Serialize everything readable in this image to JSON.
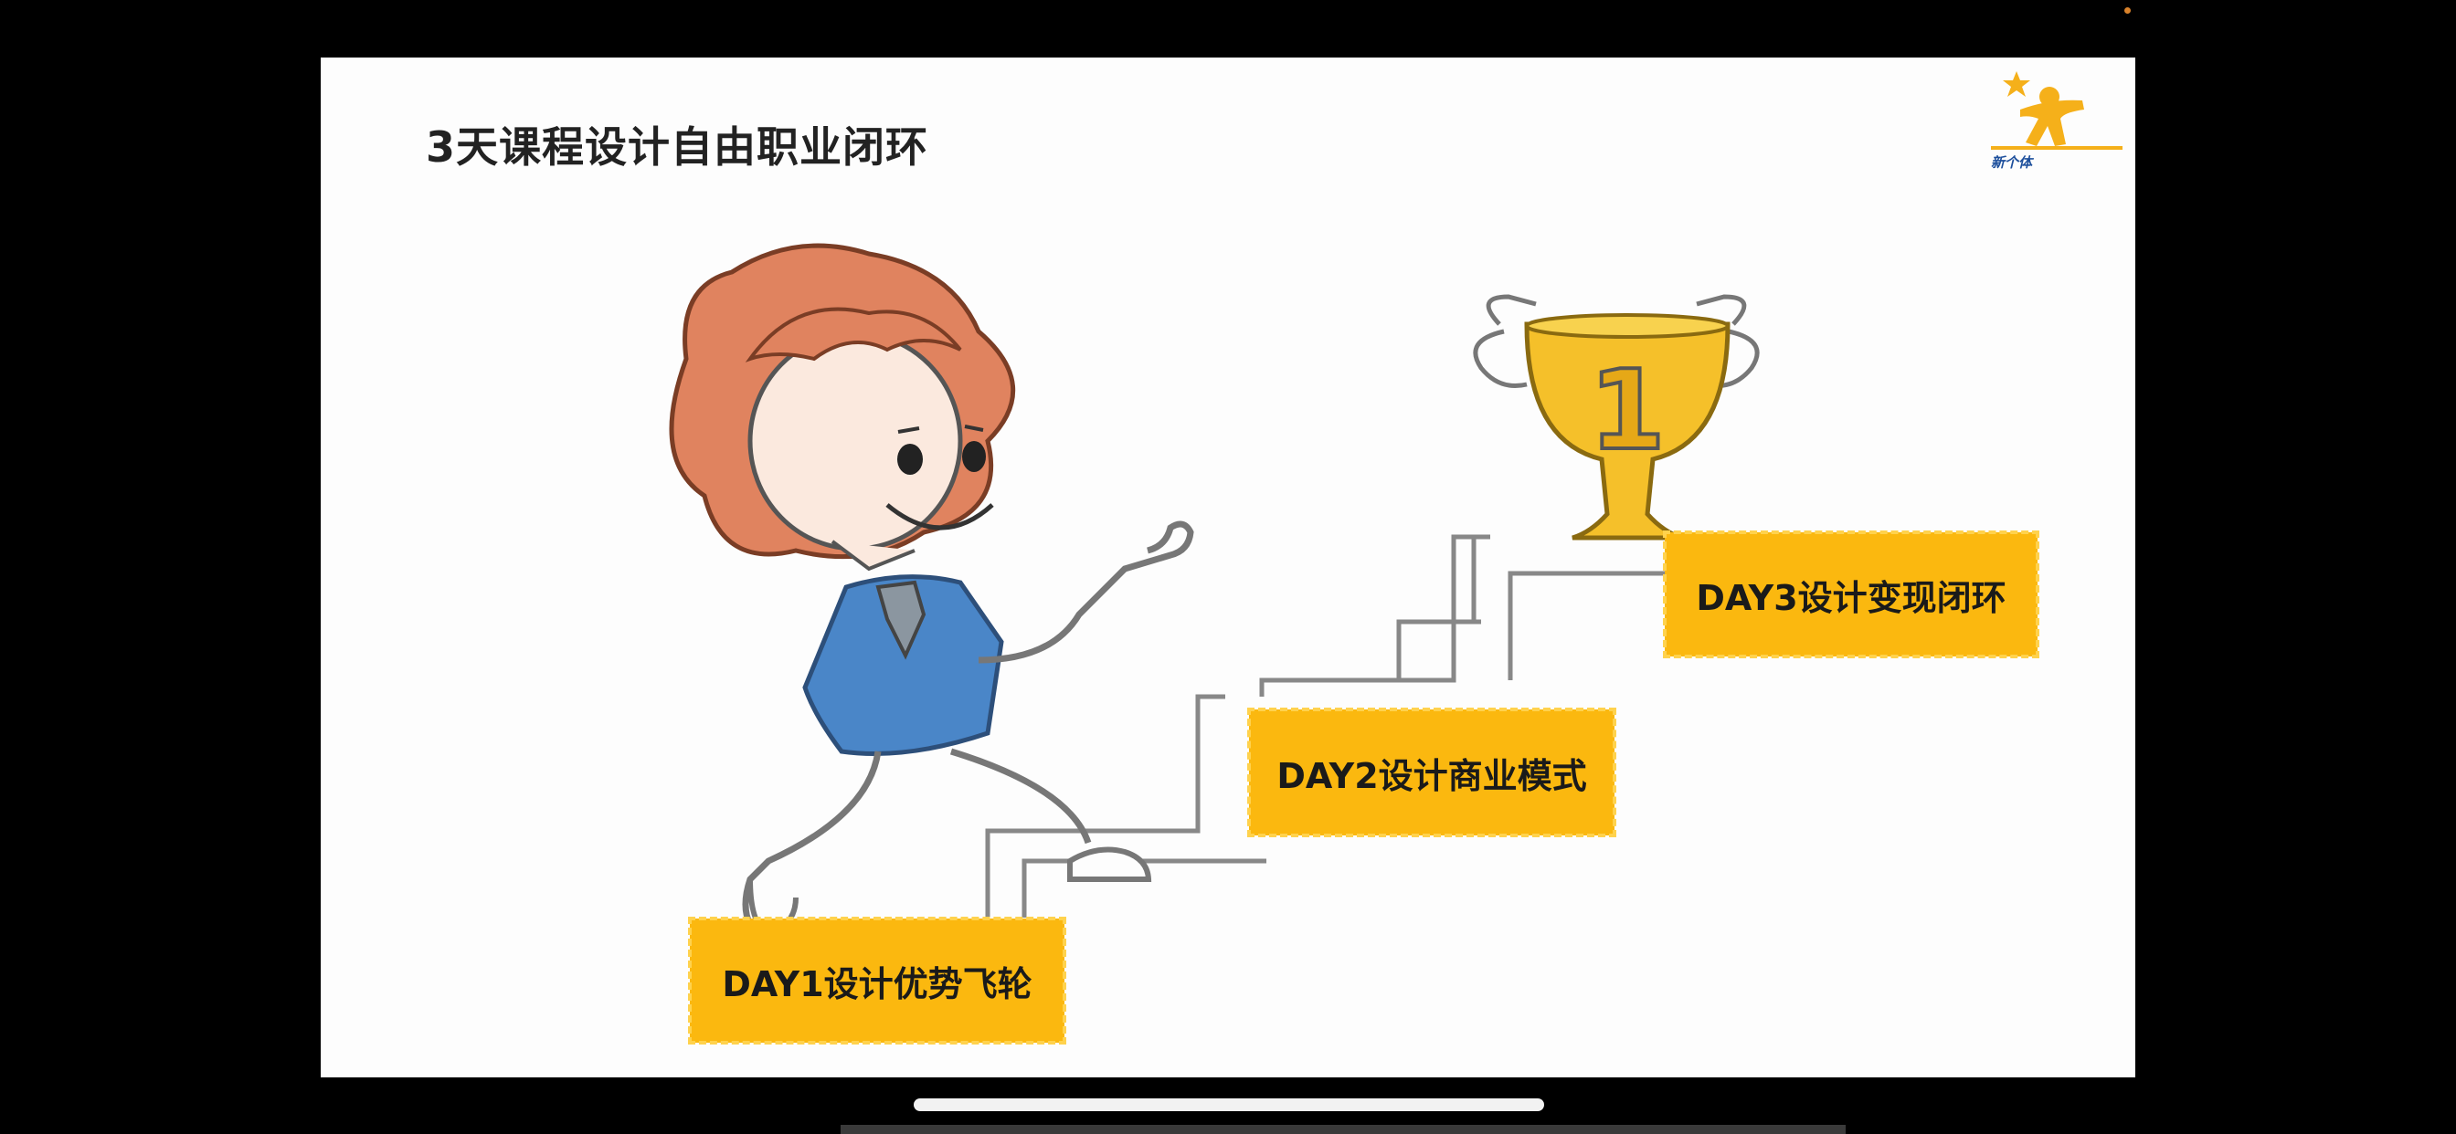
{
  "slide": {
    "title": "3天课程设计自由职业闭环",
    "logo_text": "新个体"
  },
  "steps": [
    {
      "label": "DAY1设计优势飞轮"
    },
    {
      "label": "DAY2设计商业模式"
    },
    {
      "label": "DAY3设计变现闭环"
    }
  ],
  "trophy": {
    "number": "1"
  },
  "colors": {
    "accent_yellow": "#fbb80f",
    "hair": "#e0835f",
    "dress": "#4a86c8",
    "trophy_gold": "#f5c02a"
  },
  "icons": {
    "logo": "star-person-logo-icon",
    "trophy": "trophy-icon",
    "character": "running-girl-illustration"
  }
}
